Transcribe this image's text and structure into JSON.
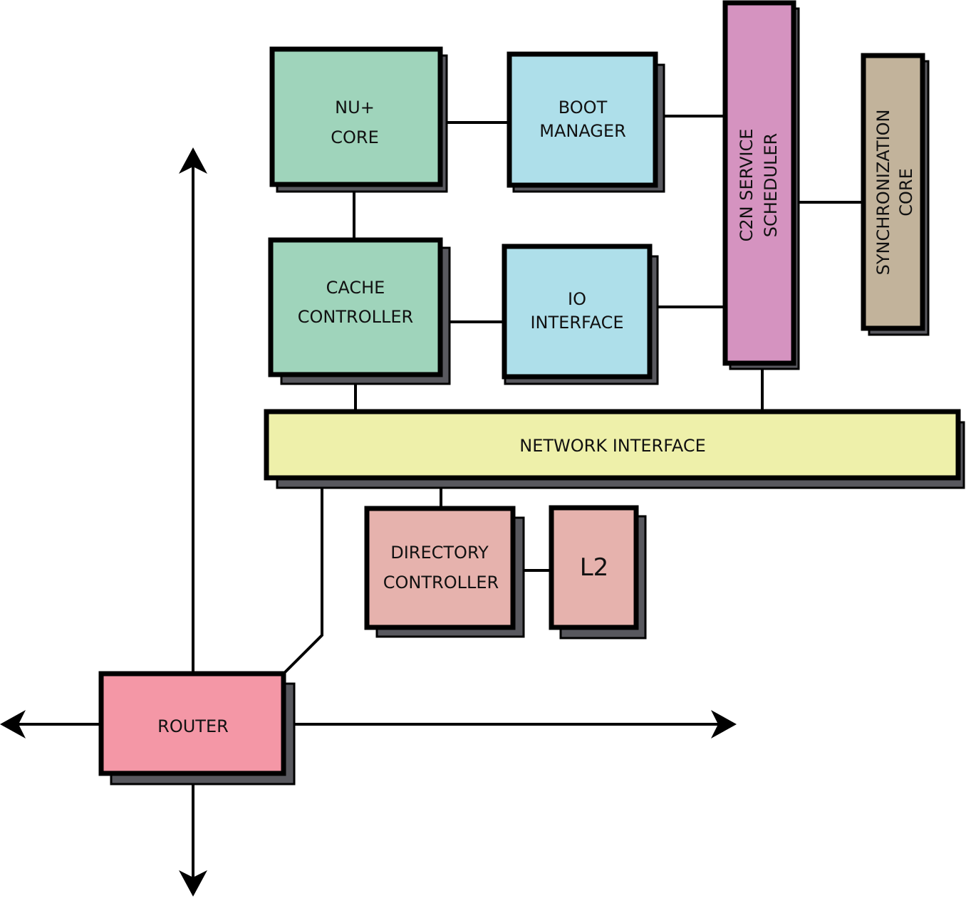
{
  "colors": {
    "core_green": "#9fd4bb",
    "light_blue": "#aedfea",
    "scheduler_pink": "#d593c0",
    "sync_tan": "#c2b39b",
    "network_yellow": "#eef0aa",
    "directory_rose": "#e6b2ad",
    "router_pink": "#f497a6",
    "shadow_gray": "#58585e",
    "outline": "#000000"
  },
  "blocks": {
    "nu_core": {
      "lines": [
        "NU+",
        "CORE"
      ]
    },
    "boot_manager": {
      "lines": [
        "BOOT",
        "MANAGER"
      ]
    },
    "c2n_scheduler": {
      "lines": [
        "C2N SERVICE",
        "SCHEDULER"
      ]
    },
    "sync_core": {
      "lines": [
        "SYNCHRONIZATION",
        "CORE"
      ]
    },
    "cache_controller": {
      "lines": [
        "CACHE",
        "CONTROLLER"
      ]
    },
    "io_interface": {
      "lines": [
        "IO",
        "INTERFACE"
      ]
    },
    "network_interface": {
      "lines": [
        "NETWORK INTERFACE"
      ]
    },
    "directory_controller": {
      "lines": [
        "DIRECTORY",
        "CONTROLLER"
      ]
    },
    "l2": {
      "lines": [
        "L2"
      ]
    },
    "router": {
      "lines": [
        "ROUTER"
      ]
    }
  },
  "arrows": [
    "up",
    "down",
    "left",
    "right"
  ]
}
